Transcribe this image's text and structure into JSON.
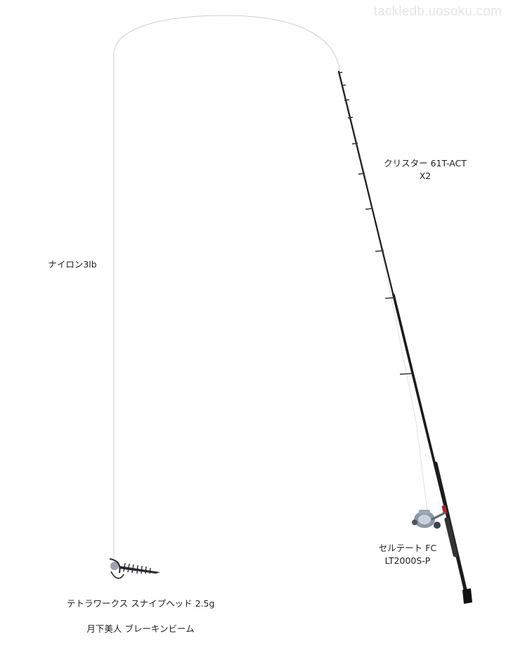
{
  "watermark": "tackledb.uosoku.com",
  "rod": {
    "name_line1": "クリスター 61T-ACT",
    "name_line2": "X2"
  },
  "line": {
    "name": "ナイロン3lb"
  },
  "reel": {
    "name_line1": "セルテート FC",
    "name_line2": "LT2000S-P"
  },
  "jighead": {
    "name": "テトラワークス スナイプヘッド 2.5g"
  },
  "worm": {
    "name": "月下美人 ブレーキンビーム"
  },
  "colors": {
    "rod_blank": "#1c1c1c",
    "rod_accent": "#b0232a",
    "line": "#cfcfcf",
    "reel_body": "#8a97a8",
    "worm": "#2a2a30"
  }
}
